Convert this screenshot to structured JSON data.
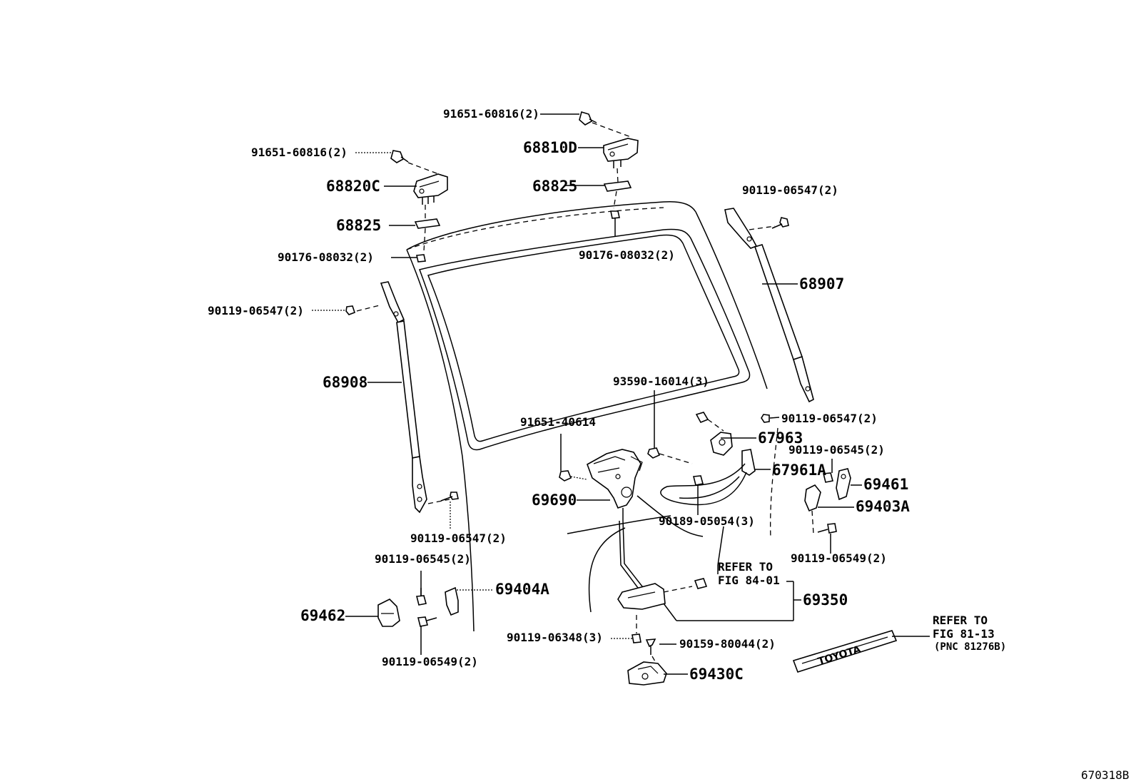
{
  "labels": {
    "l_91651_60816_top": "91651-60816(2)",
    "l_68810D": "68810D",
    "l_91651_60816_left": "91651-60816(2)",
    "l_68820C": "68820C",
    "l_68825_right": "68825",
    "l_68825_left": "68825",
    "l_90119_06547_topright": "90119-06547(2)",
    "l_90176_08032_left": "90176-08032(2)",
    "l_90176_08032_center": "90176-08032(2)",
    "l_68907": "68907",
    "l_90119_06547_left": "90119-06547(2)",
    "l_68908": "68908",
    "l_93590_16014": "93590-16014(3)",
    "l_91651_40614": "91651-40614",
    "l_90119_06547_right": "90119-06547(2)",
    "l_67963": "67963",
    "l_90119_06545_right": "90119-06545(2)",
    "l_67961A": "67961A",
    "l_69461": "69461",
    "l_69690": "69690",
    "l_69403A": "69403A",
    "l_90189_05054": "90189-05054(3)",
    "l_90119_06547_bottom": "90119-06547(2)",
    "l_90119_06545_left": "90119-06545(2)",
    "l_refer_to_1": "REFER TO",
    "l_fig_84_01": "FIG 84-01",
    "l_90119_06549_right": "90119-06549(2)",
    "l_69404A": "69404A",
    "l_69350": "69350",
    "l_69462": "69462",
    "l_refer_to_2": "REFER TO",
    "l_fig_81_13": "FIG 81-13",
    "l_pnc_81276b": "(PNC 81276B)",
    "l_90119_06348": "90119-06348(3)",
    "l_90159_80044": "90159-80044(2)",
    "l_90119_06549_left": "90119-06549(2)",
    "l_69430C": "69430C",
    "l_figure_code": "670318B"
  },
  "emblem_text": "TOYOTA"
}
